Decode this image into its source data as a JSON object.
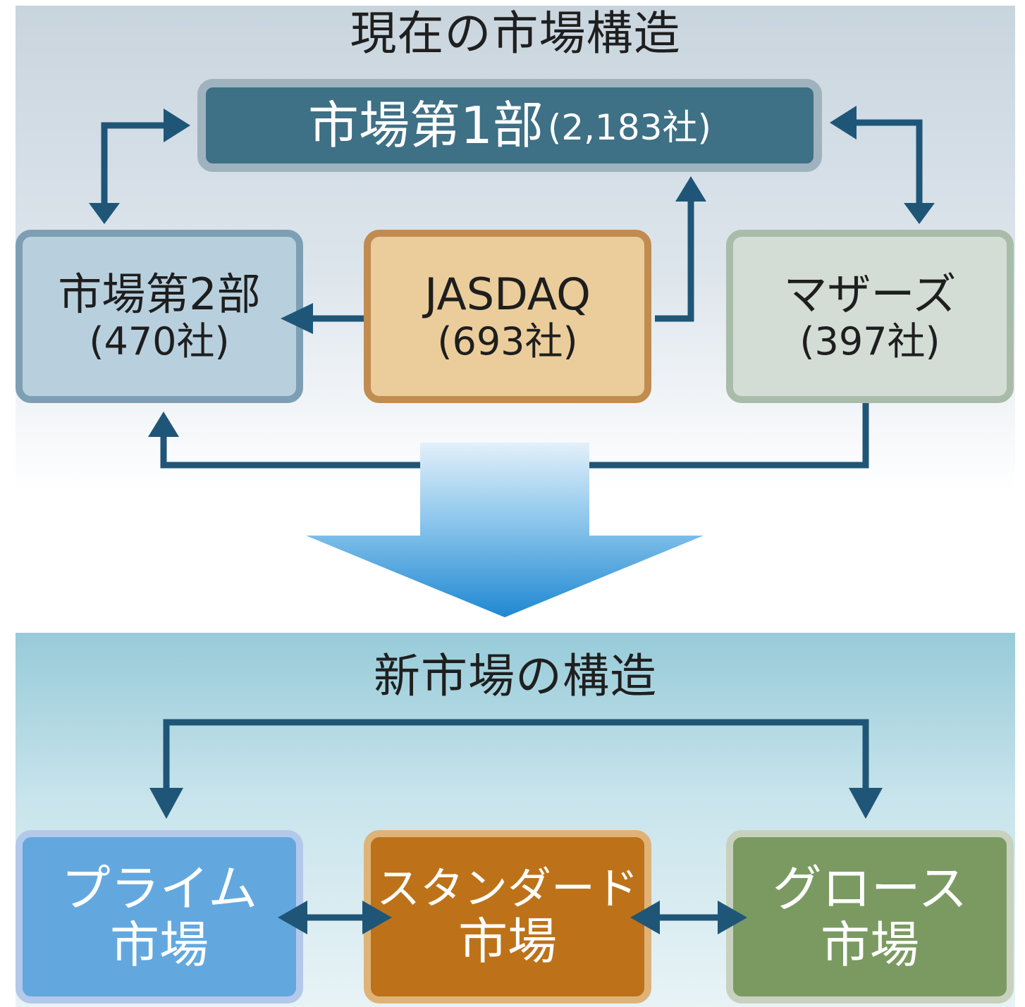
{
  "current": {
    "title": "現在の市場構造",
    "ichibu": {
      "name": "市場第1部",
      "count": "(2,183社)"
    },
    "nibu": {
      "name": "市場第2部",
      "count": "(470社)"
    },
    "jasdaq": {
      "name": "JASDAQ",
      "count": "(693社)"
    },
    "mothers": {
      "name": "マザーズ",
      "count": "(397社)"
    }
  },
  "new": {
    "title": "新市場の構造",
    "prime": {
      "line1": "プライム",
      "line2": "市場"
    },
    "standard": {
      "line1": "スタンダード",
      "line2": "市場"
    },
    "growth": {
      "line1": "グロース",
      "line2": "市場"
    }
  },
  "colors": {
    "arrow": "#1f5678",
    "ichibu_fill": "#3e7086",
    "nibu_fill": "#b8cfde",
    "jasdaq_fill": "#ebcd9c",
    "mothers_fill": "#d3ddd6",
    "prime_fill": "#62a8df",
    "standard_fill": "#bd7219",
    "growth_fill": "#7a9a62"
  }
}
